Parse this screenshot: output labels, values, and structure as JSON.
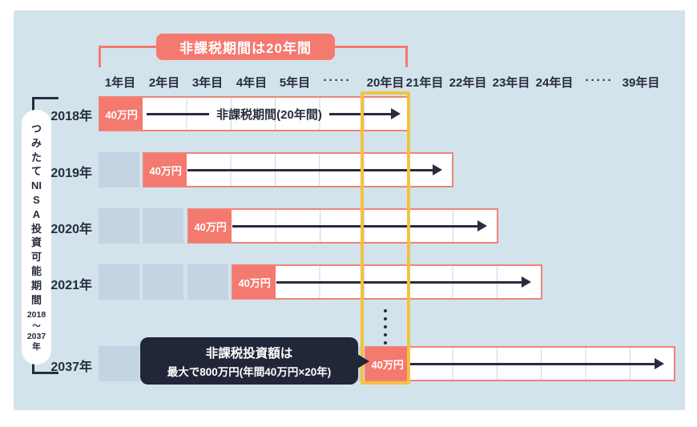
{
  "banner": {
    "label": "非課税期間は20年間"
  },
  "columns": [
    "1年目",
    "2年目",
    "3年目",
    "4年目",
    "5年目",
    "·····",
    "20年目",
    "21年目",
    "22年目",
    "23年目",
    "24年目",
    "·····",
    "39年目"
  ],
  "sidebar": {
    "label": "つみたてNISA投資可能期間",
    "range": [
      "2018",
      "〜",
      "2037",
      "年"
    ]
  },
  "rows": [
    {
      "year": "2018年",
      "amount": "40万円",
      "label": "非課税期間(20年間)"
    },
    {
      "year": "2019年",
      "amount": "40万円"
    },
    {
      "year": "2020年",
      "amount": "40万円"
    },
    {
      "year": "2021年",
      "amount": "40万円"
    },
    {
      "year": "2037年",
      "amount": "40万円"
    }
  ],
  "callout": {
    "line1": "非課税投資額は",
    "line2": "最大で800万円(年間40万円×20年)"
  },
  "gap_indicator": "⋮",
  "colors": {
    "background": "#ffffff",
    "panel": "#d3e3ec",
    "accent_red": "#f4796f",
    "bar_border": "#ef837a",
    "placeholder_cell": "#c5d4e3",
    "navy": "#272c3f",
    "highlight_yellow": "#f3c23e",
    "callout_bg": "#212639"
  },
  "chart_data": {
    "type": "bar",
    "title": "非課税期間は20年間",
    "annual_contribution": "40万円",
    "rows": [
      {
        "year": "2018年",
        "invest_slot": "1年目",
        "tax_free_until": "20年目"
      },
      {
        "year": "2019年",
        "invest_slot": "2年目",
        "tax_free_until": "21年目"
      },
      {
        "year": "2020年",
        "invest_slot": "3年目",
        "tax_free_until": "22年目"
      },
      {
        "year": "2021年",
        "invest_slot": "4年目",
        "tax_free_until": "23年目"
      },
      {
        "year": "2037年",
        "invest_slot": "20年目",
        "tax_free_until": "39年目"
      }
    ]
  }
}
